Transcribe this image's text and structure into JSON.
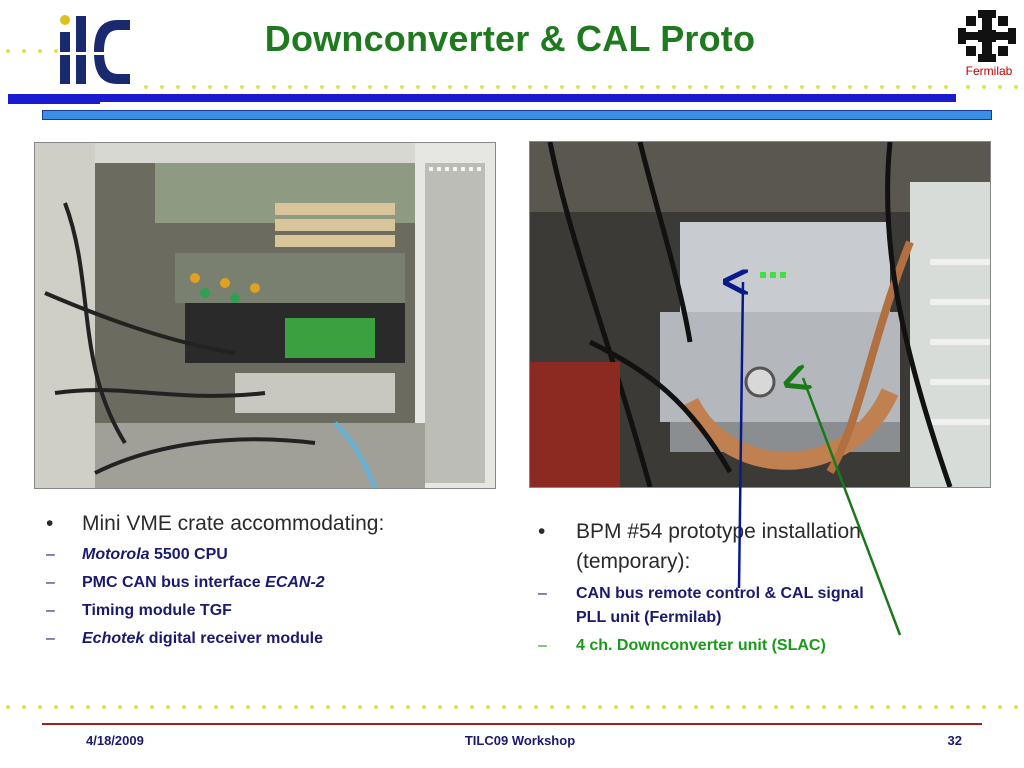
{
  "slide": {
    "title": "Downconverter & CAL Proto",
    "logo_left_text": "ilc",
    "logo_right_label": "Fermilab"
  },
  "left_list": {
    "main": "Mini VME crate accommodating:",
    "bullet": "•",
    "dash": "–",
    "items": [
      {
        "em": "Motorola",
        "rest": " 5500 CPU"
      },
      {
        "pre": "PMC CAN bus interface ",
        "em": "ECAN-2"
      },
      {
        "pre": "Timing module TGF"
      },
      {
        "em": "Echotek",
        "rest": " digital receiver module"
      }
    ]
  },
  "right_list": {
    "main_line1": "BPM #54 prototype installation",
    "main_line2": "(temporary):",
    "bullet": "•",
    "dash": "–",
    "item1_line1": "CAN bus remote control & CAL signal",
    "item1_line2": "PLL unit (Fermilab)",
    "item2": "4 ch. Downconverter unit (SLAC)"
  },
  "footer": {
    "date": "4/18/2009",
    "center": "TILC09 Workshop",
    "page": "32"
  },
  "colors": {
    "title": "#1f7a1f",
    "blue_bar": "#1a1ad0",
    "light_bar": "#3a8ee6",
    "arrow_blue": "#0a1a8a",
    "arrow_green": "#1a7a1a",
    "footer_line": "#a02020"
  },
  "icons": [
    "ilc-logo-icon",
    "fermilab-logo-icon"
  ]
}
